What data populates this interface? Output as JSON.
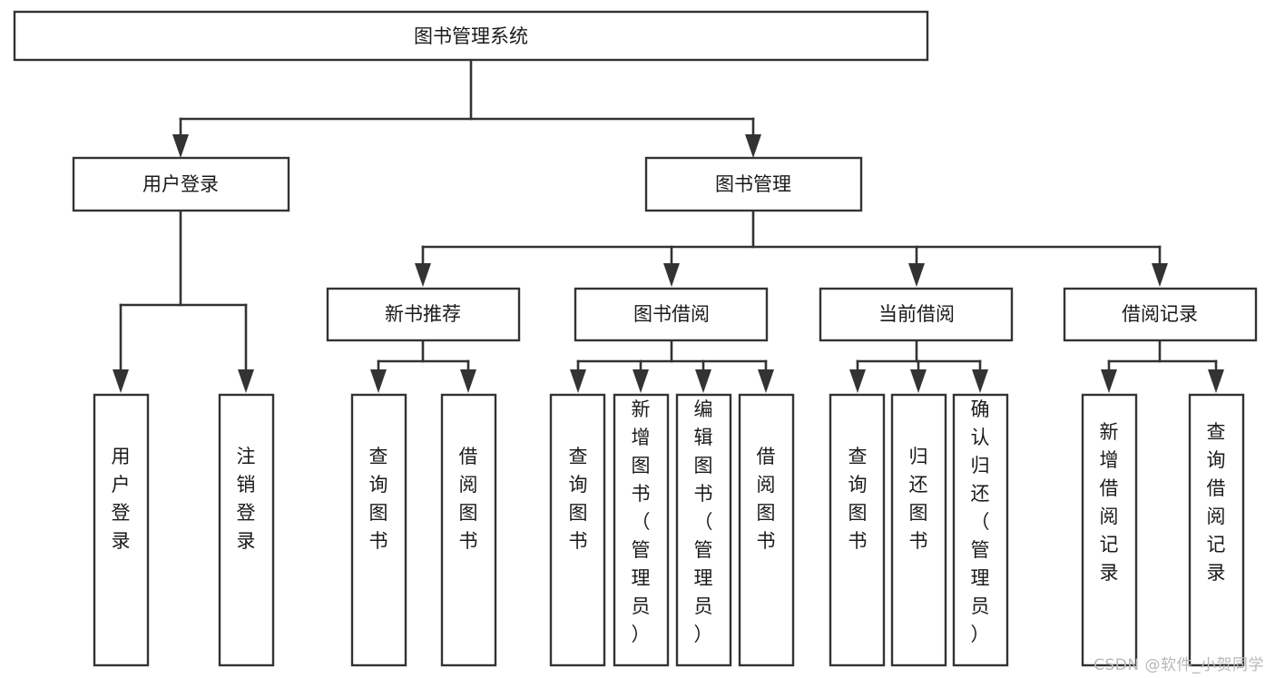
{
  "diagram": {
    "title": "图书管理系统",
    "type": "tree",
    "watermark": "CSDN @软件_小贺同学",
    "colors": {
      "stroke": "#333333",
      "fill": "#ffffff",
      "text": "#1a1a1a",
      "watermark": "#b8b8b8"
    },
    "nodes": {
      "root": {
        "label": "图书管理系统",
        "level": 0,
        "orientation": "horizontal"
      },
      "l1_0": {
        "label": "用户登录",
        "level": 1,
        "orientation": "horizontal"
      },
      "l1_1": {
        "label": "图书管理",
        "level": 1,
        "orientation": "horizontal"
      },
      "l2_0": {
        "label": "新书推荐",
        "level": 2,
        "orientation": "horizontal"
      },
      "l2_1": {
        "label": "图书借阅",
        "level": 2,
        "orientation": "horizontal"
      },
      "l2_2": {
        "label": "当前借阅",
        "level": 2,
        "orientation": "horizontal"
      },
      "l2_3": {
        "label": "借阅记录",
        "level": 2,
        "orientation": "horizontal"
      },
      "l3_0": {
        "label": "用户登录",
        "level": 3,
        "orientation": "vertical"
      },
      "l3_1": {
        "label": "注销登录",
        "level": 3,
        "orientation": "vertical"
      },
      "l3_2": {
        "label": "查询图书",
        "level": 3,
        "orientation": "vertical"
      },
      "l3_3": {
        "label": "借阅图书",
        "level": 3,
        "orientation": "vertical"
      },
      "l3_4": {
        "label": "查询图书",
        "level": 3,
        "orientation": "vertical"
      },
      "l3_5": {
        "label": "新增图书（管理员）",
        "level": 3,
        "orientation": "vertical"
      },
      "l3_6": {
        "label": "编辑图书（管理员）",
        "level": 3,
        "orientation": "vertical"
      },
      "l3_7": {
        "label": "借阅图书",
        "level": 3,
        "orientation": "vertical"
      },
      "l3_8": {
        "label": "查询图书",
        "level": 3,
        "orientation": "vertical"
      },
      "l3_9": {
        "label": "归还图书",
        "level": 3,
        "orientation": "vertical"
      },
      "l3_10": {
        "label": "确认归还（管理员）",
        "level": 3,
        "orientation": "vertical"
      },
      "l3_11": {
        "label": "新增借阅记录",
        "level": 3,
        "orientation": "vertical"
      },
      "l3_12": {
        "label": "查询借阅记录",
        "level": 3,
        "orientation": "vertical"
      }
    },
    "edges": [
      {
        "from": "root",
        "to": "l1_0"
      },
      {
        "from": "root",
        "to": "l1_1"
      },
      {
        "from": "l1_1",
        "to": "l2_0"
      },
      {
        "from": "l1_1",
        "to": "l2_1"
      },
      {
        "from": "l1_1",
        "to": "l2_2"
      },
      {
        "from": "l1_1",
        "to": "l2_3"
      },
      {
        "from": "l1_0",
        "to": "l3_0"
      },
      {
        "from": "l1_0",
        "to": "l3_1"
      },
      {
        "from": "l2_0",
        "to": "l3_2"
      },
      {
        "from": "l2_0",
        "to": "l3_3"
      },
      {
        "from": "l2_1",
        "to": "l3_4"
      },
      {
        "from": "l2_1",
        "to": "l3_5"
      },
      {
        "from": "l2_1",
        "to": "l3_6"
      },
      {
        "from": "l2_1",
        "to": "l3_7"
      },
      {
        "from": "l2_2",
        "to": "l3_8"
      },
      {
        "from": "l2_2",
        "to": "l3_9"
      },
      {
        "from": "l2_2",
        "to": "l3_10"
      },
      {
        "from": "l2_3",
        "to": "l3_11"
      },
      {
        "from": "l2_3",
        "to": "l3_12"
      }
    ]
  }
}
